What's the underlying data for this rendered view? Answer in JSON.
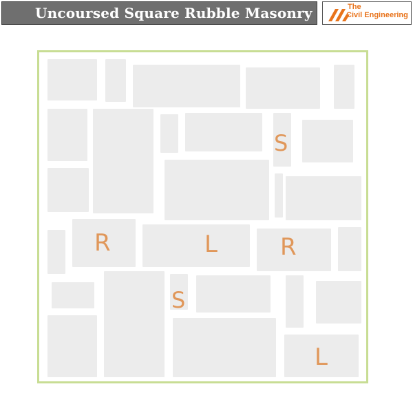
{
  "title": "Uncoursed Square Rubble Masonry",
  "logo": {
    "line1": "The",
    "line2": "Civil Engineering",
    "color": "#e8731b"
  },
  "stone_labels": {
    "s1": "S",
    "r1": "R",
    "l1": "L",
    "r2": "R",
    "s2": "S",
    "l2": "L"
  },
  "colors": {
    "stone": "#ececec",
    "border": "#c8dd94",
    "label": "#e0975a",
    "title_bar": "#6f6f6f"
  }
}
